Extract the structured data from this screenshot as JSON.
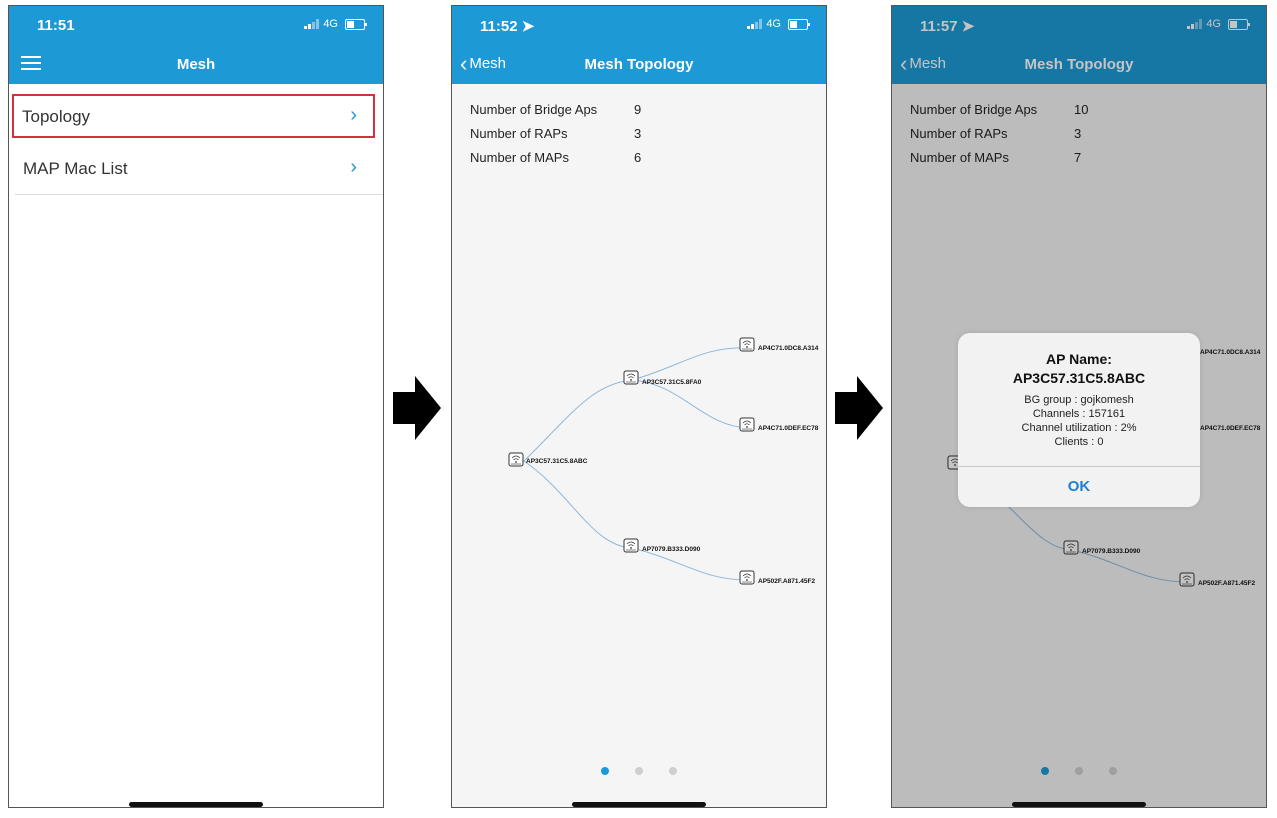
{
  "screen1": {
    "time": "11:51",
    "network": "4G",
    "title": "Mesh",
    "menu": [
      {
        "label": "Topology",
        "arrow": "›",
        "selected": true
      },
      {
        "label": "MAP Mac List",
        "arrow": "›",
        "selected": false
      }
    ]
  },
  "screen2": {
    "time": "11:52",
    "network": "4G",
    "back_label": "Mesh",
    "title": "Mesh Topology",
    "stats": [
      {
        "label": "Number of Bridge Aps",
        "value": "9"
      },
      {
        "label": "Number of RAPs",
        "value": "3"
      },
      {
        "label": "Number of MAPs",
        "value": "6"
      }
    ],
    "nodes": {
      "root": "AP3C57.31C5.8ABC",
      "child_a": "AP3C57.31C5.8FA0",
      "child_b": "AP7079.B333.D090",
      "leaf_a1": "AP4C71.0DC8.A314",
      "leaf_a2": "AP4C71.0DEF.EC78",
      "leaf_b1": "AP502F.A871.45F2"
    },
    "page_dots": 3,
    "active_dot": 1
  },
  "screen3": {
    "time": "11:57",
    "network": "4G",
    "back_label": "Mesh",
    "title": "Mesh Topology",
    "stats": [
      {
        "label": "Number of Bridge Aps",
        "value": "10"
      },
      {
        "label": "Number of RAPs",
        "value": "3"
      },
      {
        "label": "Number of MAPs",
        "value": "7"
      }
    ],
    "nodes": {
      "leaf_a1": "AP4C71.0DC8.A314",
      "leaf_a2": "AP4C71.0DEF.EC78",
      "child_b": "AP7079.B333.D090",
      "leaf_b1": "AP502F.A871.45F2"
    },
    "alert": {
      "title_line1": "AP Name:",
      "title_line2": "AP3C57.31C5.8ABC",
      "line1": "BG group : gojkomesh",
      "line2": "Channels : 157161",
      "line3": "Channel utilization : 2%",
      "line4": "Clients : 0",
      "ok_label": "OK"
    }
  },
  "colors": {
    "header_blue": "#1d9ad6",
    "selection_red": "#d0323c",
    "link_line": "#8fb8dd"
  },
  "icons": {
    "menu": "hamburger-icon",
    "back": "chevron-left-icon",
    "row_arrow": "chevron-right-icon",
    "node": "wifi-access-point-icon",
    "flow": "right-arrow-icon",
    "location": "location-arrow-icon"
  }
}
